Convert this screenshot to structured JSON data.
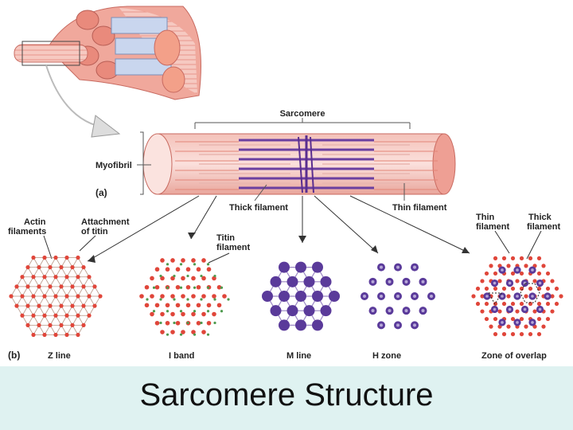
{
  "caption": "Sarcomere Structure",
  "labels": {
    "sarcomere": "Sarcomere",
    "myofibril": "Myofibril",
    "part_a": "(a)",
    "part_b": "(b)",
    "thick_filament": "Thick filament",
    "thin_filament": "Thin filament",
    "actin_filaments": [
      "Actin",
      "filaments"
    ],
    "attachment_titin": [
      "Attachment",
      "of titin"
    ],
    "titin_filament": [
      "Titin",
      "filament"
    ],
    "thin_filament_b": [
      "Thin",
      "filament"
    ],
    "thick_filament_b": [
      "Thick",
      "filament"
    ]
  },
  "panels": [
    "Z line",
    "I band",
    "M line",
    "H zone",
    "Zone of overlap"
  ],
  "colors": {
    "actin": "#e0463a",
    "myosin": "#5a3a9a",
    "titin": "#4e9a4e",
    "muscle": "#f2b8b0",
    "caption_band": "#dff2f1"
  }
}
